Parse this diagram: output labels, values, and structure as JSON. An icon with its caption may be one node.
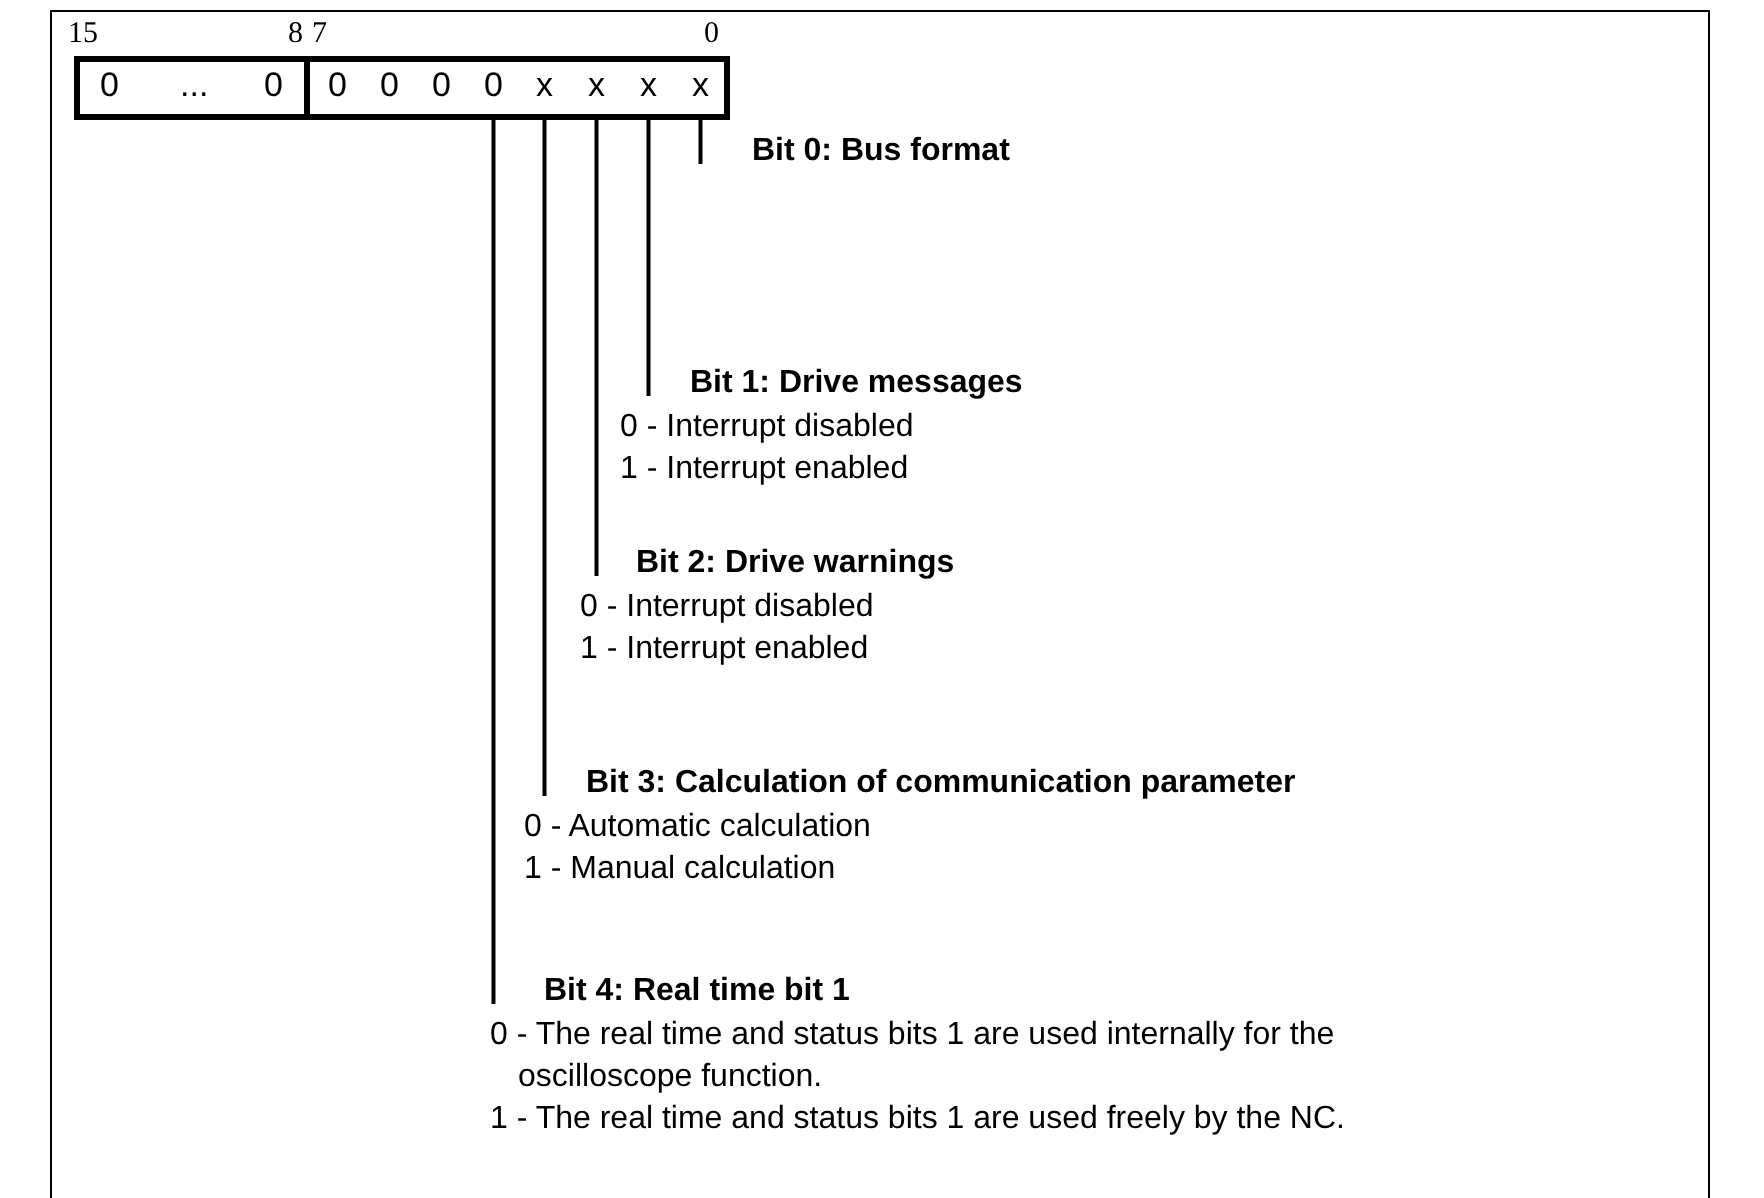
{
  "diagram": {
    "nodes": [
      {
        "text": [
          "0",
          "...",
          "0"
        ]
      },
      {
        "text": [],
        "shape": "box"
      },
      {
        "text": [
          "0"
        ],
        "in": 1
      },
      {
        "text": [
          "0"
        ],
        "in": 1
      },
      {
        "text": [
          "0"
        ],
        "in": 1
      },
      {
        "text": [
          "0"
        ],
        "in": 1
      },
      {
        "text": [
          "x"
        ],
        "in": 1
      },
      {
        "text": [
          "x"
        ],
        "in": 1
      },
      {
        "text": [
          "x"
        ],
        "in": 1
      },
      {
        "text": [
          "x"
        ],
        "in": 1
      },
      {
        "text": [
          "Bit 0: Bus format"
        ]
      },
      {
        "text": [
          "Bit 1: Drive messages",
          "0 - Interrupt disabled",
          "1 - Interrupt enabled"
        ]
      },
      {
        "text": [
          "Bit 2: Drive warnings",
          "0 - Interrupt disabled",
          "1 - Interrupt enabled"
        ]
      },
      {
        "text": [
          "Bit 3: Calculation of communication parameter",
          "0 - Automatic calculation",
          "1 - Manual calculation"
        ]
      },
      {
        "text": [
          "Bit 4: Real time bit 1",
          "0 - The real time and status bits 1 are used internally for the oscilloscope function.",
          "1 - The real time and status bits 1 are used freely by the NC."
        ]
      }
    ],
    "edges": [
      {
        "from": 10,
        "to": 9,
        "arrow": "none"
      },
      {
        "from": 11,
        "to": 8,
        "arrow": "none"
      },
      {
        "from": 12,
        "to": 7,
        "arrow": "none"
      },
      {
        "from": 13,
        "to": 6,
        "arrow": "none"
      },
      {
        "from": 14,
        "to": 5,
        "arrow": "none"
      }
    ],
    "labels": [
      "15",
      "8",
      "7",
      "0"
    ]
  }
}
